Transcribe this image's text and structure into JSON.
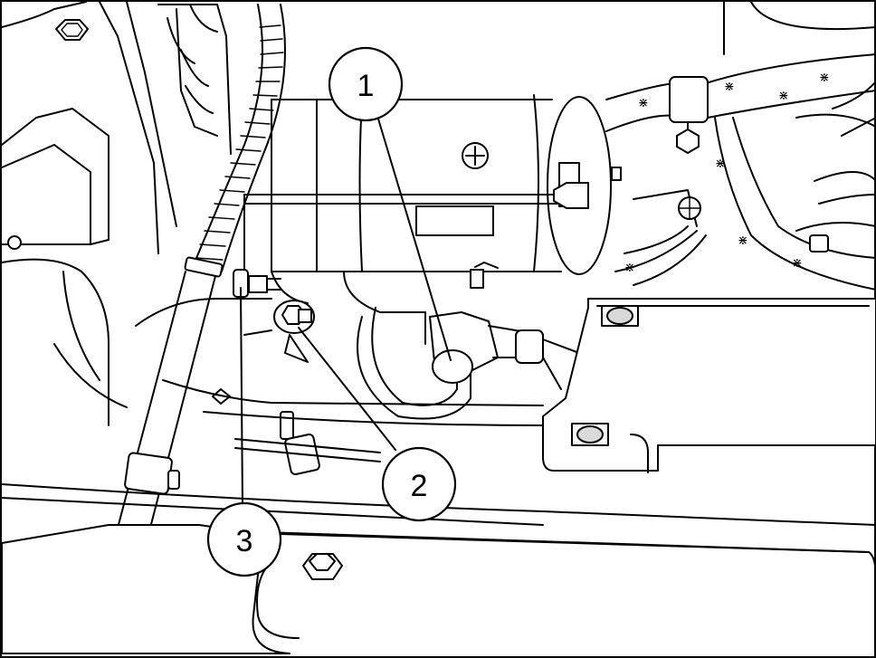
{
  "callouts": [
    {
      "id": "1",
      "label": "1"
    },
    {
      "id": "2",
      "label": "2"
    },
    {
      "id": "3",
      "label": "3"
    }
  ],
  "colors": {
    "line": "#000000",
    "background": "#ffffff",
    "shade": "#d9d9d9"
  }
}
